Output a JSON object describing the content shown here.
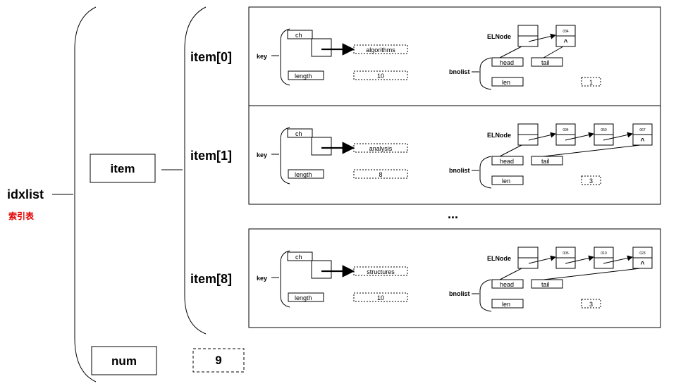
{
  "root": {
    "label": "idxlist",
    "caption": "索引表",
    "caption_color": "#e00000"
  },
  "item_box": "item",
  "num_box": "num",
  "num_value": "9",
  "ellipsis": "...",
  "item_labels": [
    "item[0]",
    "item[1]",
    "item[8]"
  ],
  "card": {
    "key": "key",
    "ch": "ch",
    "length": "length",
    "elnode": "ELNode",
    "bnolist": "bnolist",
    "head": "head",
    "tail": "tail",
    "len": "len",
    "null": "^"
  },
  "items": [
    {
      "word": "algorithms",
      "length": "10",
      "len": "1",
      "nodes": [
        "034"
      ]
    },
    {
      "word": "analysis",
      "length": "8",
      "len": "3",
      "nodes": [
        "034",
        "050",
        "067"
      ]
    },
    {
      "word": "structures",
      "length": "10",
      "len": "3",
      "nodes": [
        "005",
        "010",
        "023"
      ]
    }
  ]
}
